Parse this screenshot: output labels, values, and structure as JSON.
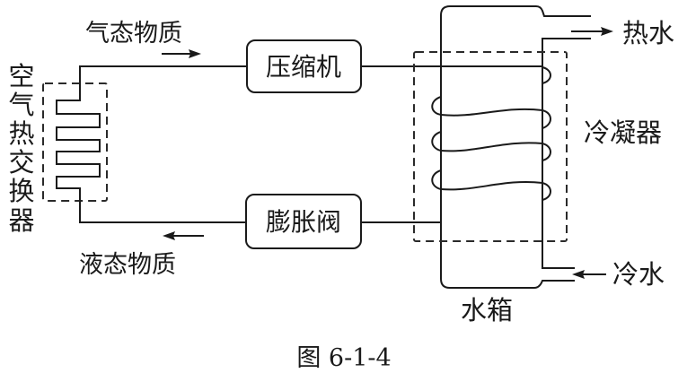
{
  "labels": {
    "gas_state": "气态物质",
    "liquid_state": "液态物质",
    "compressor": "压缩机",
    "expansion_valve": "膨胀阀",
    "air_heat_exchanger_chars": [
      "空",
      "气",
      "热",
      "交",
      "换",
      "器"
    ],
    "condenser": "冷凝器",
    "hot_water": "热水",
    "cold_water": "冷水",
    "water_tank": "水箱",
    "caption": "图 6-1-4"
  },
  "flow_directions": {
    "gas_state": "right",
    "liquid_state": "left",
    "hot_water": "out-right",
    "cold_water": "in-left"
  },
  "colors": {
    "line": "#1a1a1a",
    "background": "#ffffff"
  }
}
